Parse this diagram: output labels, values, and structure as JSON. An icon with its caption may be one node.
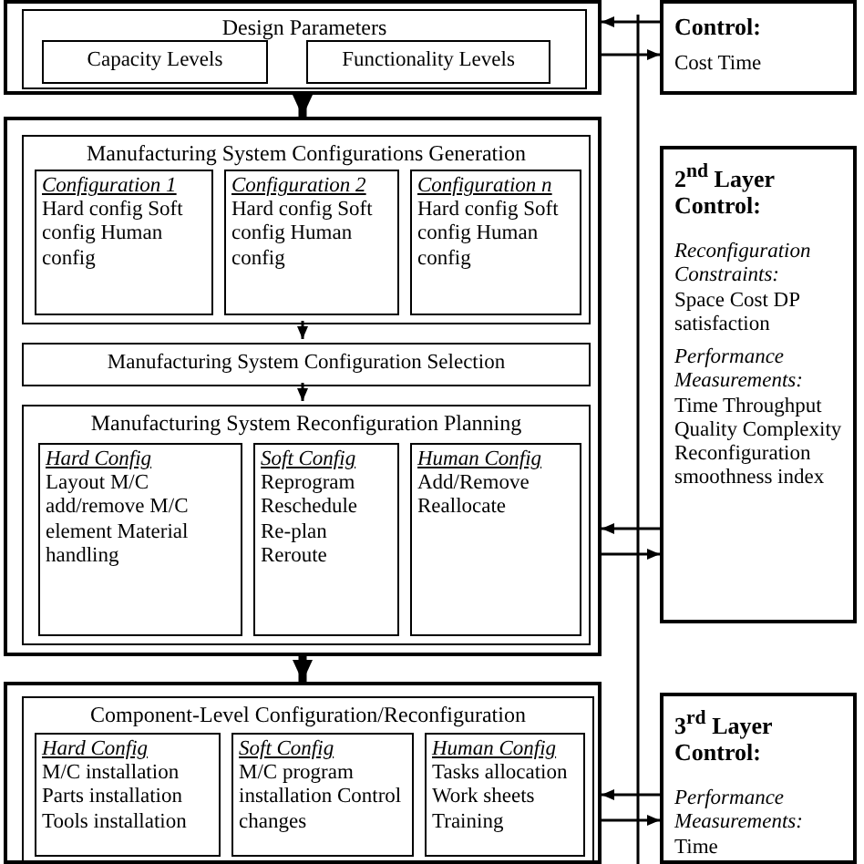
{
  "diagram": {
    "nodes": [
      {
        "text": [],
        "shape": "box"
      },
      {
        "text": [
          "Design Parameters"
        ],
        "in": 0
      },
      {
        "text": [
          "Capacity Levels"
        ],
        "in": 1
      },
      {
        "text": [
          "Functionality Levels"
        ],
        "in": 1
      },
      {
        "text": [
          "Control:",
          "Cost Time"
        ]
      },
      {
        "text": [],
        "shape": "box"
      },
      {
        "text": [
          "Manufacturing System Configurations Generation"
        ],
        "in": 5
      },
      {
        "text": [
          "Configuration 1",
          "Hard config Soft config Human config"
        ],
        "in": 6
      },
      {
        "text": [
          "Configuration 2",
          "Hard config Soft config Human config"
        ],
        "in": 6
      },
      {
        "text": [
          "Configuration n",
          "Hard config Soft config Human config"
        ],
        "in": 6
      },
      {
        "text": [
          "Manufacturing System Configuration Selection"
        ],
        "in": 5
      },
      {
        "text": [
          "Manufacturing System Reconfiguration Planning"
        ],
        "in": 5
      },
      {
        "text": [
          "Hard Config",
          "Layout M/C add/remove M/C element Material handling"
        ],
        "in": 11
      },
      {
        "text": [
          "Soft Config",
          "Reprogram Reschedule Re-plan Reroute"
        ],
        "in": 11
      },
      {
        "text": [
          "Human Config",
          "Add/Remove Reallocate"
        ],
        "in": 11
      },
      {
        "text": [
          "2$^{nd}$ Layer Control:",
          "Reconfiguration Constraints:",
          "Space Cost DP satisfaction",
          "Performance Measurements:",
          "Time Throughput Quality Complexity Reconfiguration smoothness index"
        ]
      },
      {
        "text": [],
        "shape": "box"
      },
      {
        "text": [
          "Component-Level Configuration/Reconfiguration"
        ],
        "in": 16
      },
      {
        "text": [
          "Hard Config",
          "M/C installation Parts installation Tools installation"
        ],
        "in": 17
      },
      {
        "text": [
          "Soft Config",
          "M/C program installation Control changes"
        ],
        "in": 17
      },
      {
        "text": [
          "Human Config",
          "Tasks allocation Work sheets Training"
        ],
        "in": 17
      },
      {
        "text": [
          "3$^{rd}$ Layer Control:",
          "Performance Measurements:",
          "Time"
        ]
      }
    ],
    "edges": [
      {
        "from": 0,
        "to": 5,
        "arrow": "to",
        "style": "thick"
      },
      {
        "from": 6,
        "to": 10,
        "arrow": "to"
      },
      {
        "from": 10,
        "to": 11,
        "arrow": "to"
      },
      {
        "from": 5,
        "to": 16,
        "arrow": "to",
        "style": "thick"
      },
      {
        "from": 4,
        "to": 0,
        "arrow": "to"
      },
      {
        "from": 0,
        "to": 4,
        "arrow": "to"
      },
      {
        "from": 15,
        "to": 5,
        "arrow": "to"
      },
      {
        "from": 5,
        "to": 15,
        "arrow": "to"
      },
      {
        "from": 21,
        "to": 16,
        "arrow": "to"
      },
      {
        "from": 16,
        "to": 21,
        "arrow": "to"
      }
    ]
  }
}
